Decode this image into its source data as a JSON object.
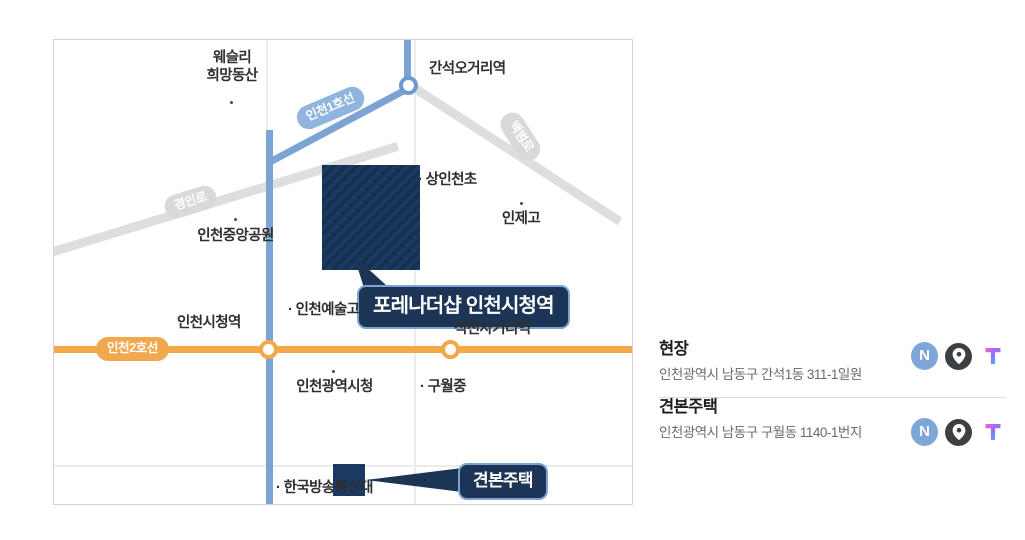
{
  "map": {
    "site_block_label": "포레나더샵 인천시청역",
    "sample_block_label": "견본주택",
    "subway_lines": [
      {
        "name": "인천1호선",
        "color": "#7ba3d4"
      },
      {
        "name": "인천2호선",
        "color": "#f3a949"
      }
    ],
    "roads": [
      {
        "name": "경인로",
        "color": "#d9d9d9"
      },
      {
        "name": "백범로",
        "color": "#d9d9d9"
      }
    ],
    "stations": [
      {
        "name": "간석오거리역",
        "line": "인천1호선"
      },
      {
        "name": "인천시청역",
        "line": "환승"
      },
      {
        "name": "석천사거리역",
        "line": "인천2호선"
      }
    ],
    "places": [
      {
        "name": "웨슬리\n희망동산"
      },
      {
        "name": "인천중앙공원"
      },
      {
        "name": "상인천초"
      },
      {
        "name": "인제고"
      },
      {
        "name": "인천예술고"
      },
      {
        "name": "인천광역시청"
      },
      {
        "name": "구월중"
      },
      {
        "name": "한국방송통신대"
      }
    ],
    "place_labels": {
      "wesley_line1": "웨슬리",
      "wesley_line2": "희망동산",
      "incheon_central_park": "인천중앙공원",
      "sanginchoen_elem": "상인천초",
      "inje_high": "인제고",
      "incheon_art_high": "인천예술고",
      "incheon_city_hall": "인천광역시청",
      "guwol_middle": "구월중",
      "knou": "한국방송통신대",
      "station_ganseok": "간석오거리역",
      "station_city_hall": "인천시청역",
      "station_seokcheon": "석천사거리역",
      "road_gyeongin": "경인로",
      "road_baekbeom": "백범로",
      "line1_badge": "인천1호선",
      "line2_badge": "인천2호선"
    },
    "dot_prefix": "·"
  },
  "sidebar": {
    "entries": [
      {
        "title": "현장",
        "address": "인천광역시 남동구 간석1동 311-1일원",
        "icons": [
          {
            "name": "naver-map-icon",
            "label": "N"
          },
          {
            "name": "kakao-map-icon",
            "label": ""
          },
          {
            "name": "tmap-icon",
            "label": "T"
          }
        ]
      },
      {
        "title": "견본주택",
        "address": "인천광역시 남동구 구월동 1140-1번지",
        "icons": [
          {
            "name": "naver-map-icon",
            "label": "N"
          },
          {
            "name": "kakao-map-icon",
            "label": ""
          },
          {
            "name": "tmap-icon",
            "label": "T"
          }
        ]
      }
    ]
  },
  "colors": {
    "line1": "#7ba3d4",
    "line2": "#f3a949",
    "site_navy": "#1b3a63",
    "callout_bg": "#1c3557",
    "callout_border": "#7ea4d2",
    "naver_blue": "#7fa6d8",
    "kakao_dark": "#3c4043",
    "road_gray": "#dedede"
  }
}
